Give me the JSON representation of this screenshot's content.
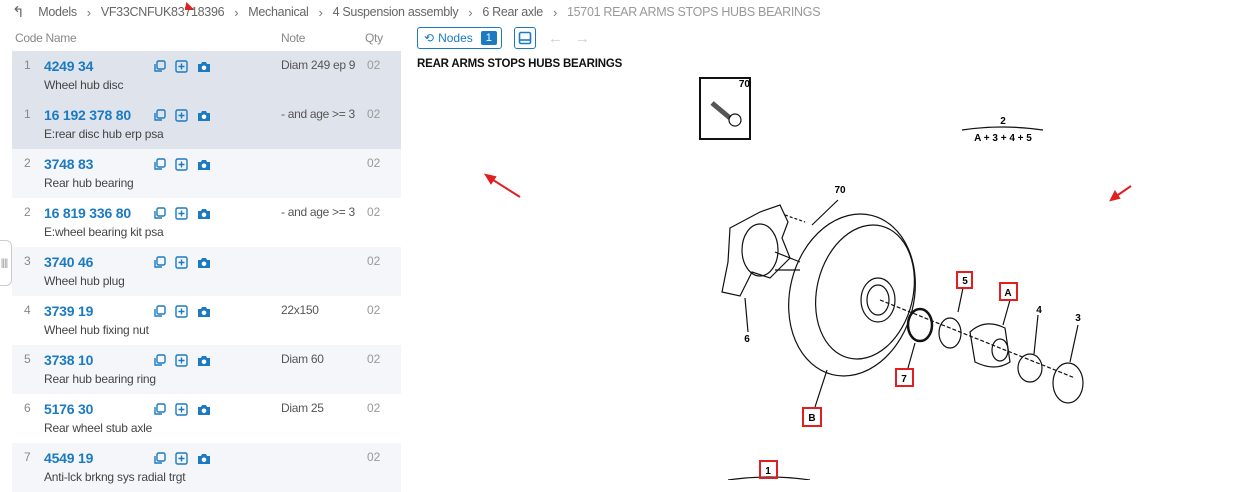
{
  "breadcrumb": [
    "Models",
    "VF33CNFUK83718396",
    "Mechanical",
    "4 Suspension assembly",
    "6 Rear axle",
    "15701 REAR ARMS STOPS HUBS BEARINGS"
  ],
  "list_header": {
    "code_name": "Code Name",
    "note": "Note",
    "qty": "Qty"
  },
  "parts": [
    {
      "num": "1",
      "code": "4249 34",
      "name": "Wheel hub disc",
      "note": "Diam 249 ep 9",
      "qty": "02",
      "state": "sel"
    },
    {
      "num": "1",
      "code": "16 192 378 80",
      "name": "E:rear disc hub erp psa",
      "note": "- and age >= 3",
      "qty": "02",
      "state": "sel"
    },
    {
      "num": "2",
      "code": "3748 83",
      "name": "Rear hub bearing",
      "note": "",
      "qty": "02",
      "state": "alt"
    },
    {
      "num": "2",
      "code": "16 819 336 80",
      "name": "E:wheel bearing kit psa",
      "note": "- and age >= 3",
      "qty": "02",
      "state": ""
    },
    {
      "num": "3",
      "code": "3740 46",
      "name": "Wheel hub plug",
      "note": "",
      "qty": "02",
      "state": "alt"
    },
    {
      "num": "4",
      "code": "3739 19",
      "name": "Wheel hub fixing nut",
      "note": "22x150",
      "qty": "02",
      "state": ""
    },
    {
      "num": "5",
      "code": "3738 10",
      "name": "Rear hub bearing ring",
      "note": "Diam 60",
      "qty": "02",
      "state": "alt"
    },
    {
      "num": "6",
      "code": "5176 30",
      "name": "Rear wheel stub axle",
      "note": "Diam 25",
      "qty": "02",
      "state": ""
    },
    {
      "num": "7",
      "code": "4549 19",
      "name": "Anti-lck brkng sys radial trgt",
      "note": "",
      "qty": "02",
      "state": "alt"
    }
  ],
  "toolbar": {
    "nodes_label": "Nodes",
    "nodes_count": "1"
  },
  "diagram": {
    "title": "REAR ARMS STOPS HUBS BEARINGS",
    "labels": {
      "inset": "70",
      "kit_top": "2",
      "kit_bottom": "A + 3 + 4 + 5",
      "bolt": "70",
      "stub": "6",
      "clip": "5",
      "bearing": "A",
      "nut": "4",
      "cap": "3",
      "ring": "7",
      "disc": "B",
      "bottom": "1"
    }
  },
  "colors": {
    "accent": "#1b7ac2",
    "highlight": "#e02020"
  }
}
